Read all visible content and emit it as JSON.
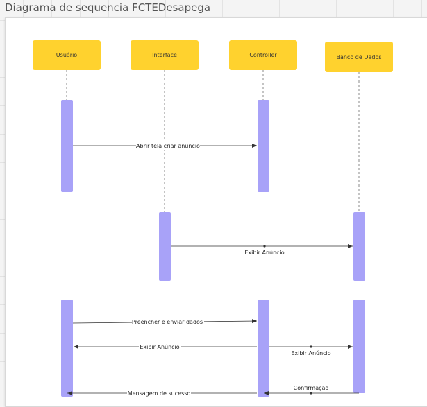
{
  "title": "Diagrama de sequencia FCTEDesapega",
  "colors": {
    "participant_fill": "#ffd22e",
    "activation_fill": "#a8a2f8",
    "line": "#333333",
    "lifeline": "#8a8a8a"
  },
  "participants": [
    {
      "id": "usuario",
      "label": "Usuário"
    },
    {
      "id": "interface",
      "label": "Interface"
    },
    {
      "id": "controller",
      "label": "Controller"
    },
    {
      "id": "banco",
      "label": "Banco de Dados"
    }
  ],
  "messages": [
    {
      "id": "abrir-tela",
      "label": "Abrir tela criar anúncio",
      "from": "usuario",
      "to": "controller"
    },
    {
      "id": "exibir-anuncio-1",
      "label": "Exibir Anúncio",
      "from": "interface",
      "to": "banco"
    },
    {
      "id": "preencher-enviar",
      "label": "Preencher e enviar dados",
      "from": "usuario",
      "to": "controller"
    },
    {
      "id": "exibir-anuncio-2",
      "label": "Exibir Anúncio",
      "from": "controller",
      "to": "usuario"
    },
    {
      "id": "exibir-anuncio-3",
      "label": "Exibir Anúncio",
      "from": "controller",
      "to": "banco"
    },
    {
      "id": "confirmacao",
      "label": "Confirmação",
      "from": "banco",
      "to": "controller"
    },
    {
      "id": "mensagem-sucesso",
      "label": "Mensagem de sucesso",
      "from": "controller",
      "to": "usuario"
    }
  ]
}
